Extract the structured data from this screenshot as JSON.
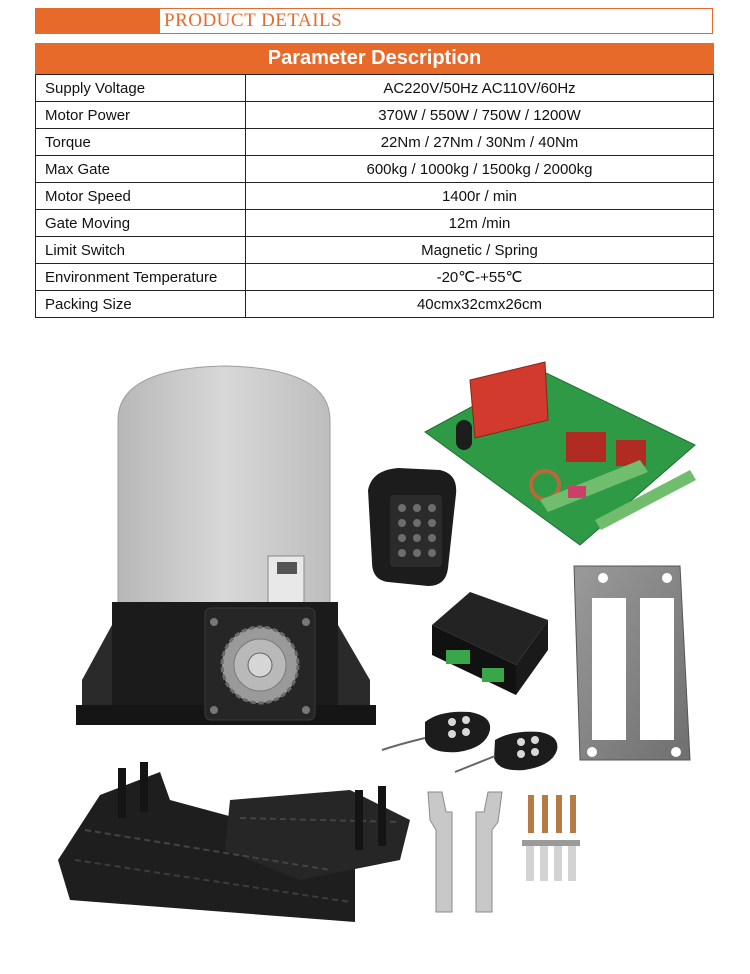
{
  "banner": {
    "title": "PRODUCT DETAILS"
  },
  "table": {
    "header": "Parameter Description",
    "rows": [
      {
        "label": "Supply Voltage",
        "value": "AC220V/50Hz AC110V/60Hz"
      },
      {
        "label": "Motor Power",
        "value": "370W / 550W / 750W / 1200W"
      },
      {
        "label": "Torque",
        "value": "22Nm / 27Nm / 30Nm / 40Nm"
      },
      {
        "label": "Max Gate",
        "value": "600kg / 1000kg / 1500kg / 2000kg"
      },
      {
        "label": "Motor Speed",
        "value": "1400r / min"
      },
      {
        "label": "Gate Moving",
        "value": "12m /min"
      },
      {
        "label": "Limit Switch",
        "value": "Magnetic / Spring"
      },
      {
        "label": "Environment Temperature",
        "value": "-20℃-+55℃"
      },
      {
        "label": "Packing Size",
        "value": "40cmx32cmx26cm"
      }
    ]
  },
  "colors": {
    "accent": "#e86a2a",
    "board_green": "#2e9a46",
    "motor_black": "#1b1b1b",
    "motor_cover": "#c9c9c9"
  },
  "products": {
    "items": [
      "gate-opener-motor-photo",
      "control-board-photo",
      "wireless-keypad-photo",
      "wifi-module-photo",
      "remote-control-photo",
      "mounting-plate-photo",
      "gear-rack-photo",
      "limit-bracket-photo",
      "bolt-set-photo"
    ]
  }
}
